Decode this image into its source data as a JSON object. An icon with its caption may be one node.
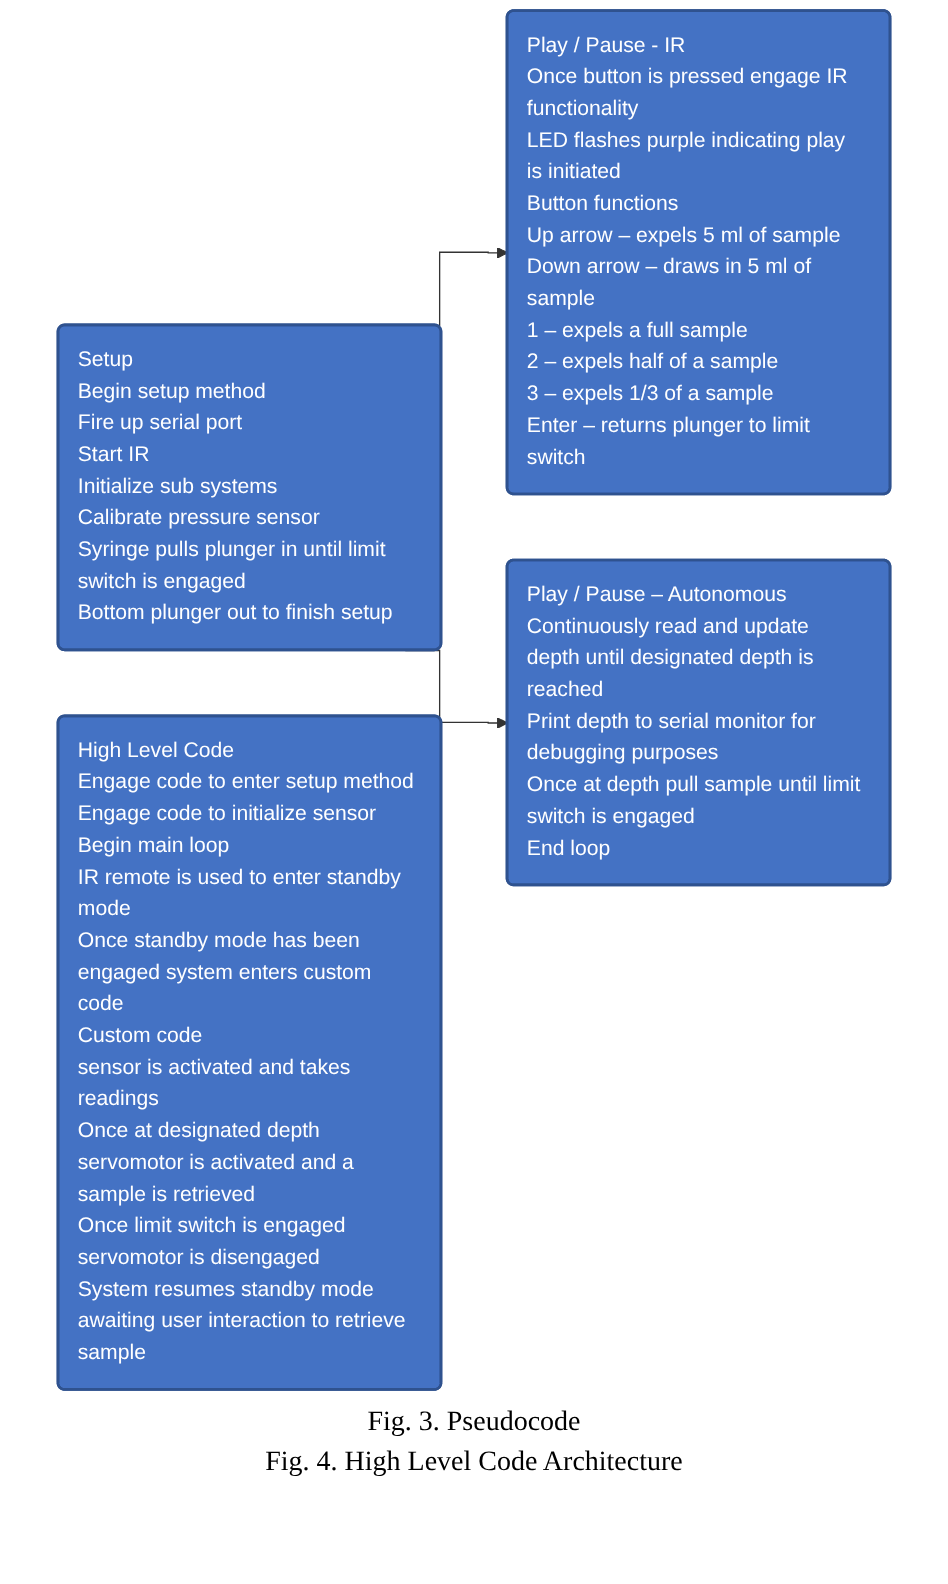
{
  "diagram": {
    "nodes": [
      {
        "text": [
          "Setup",
          "Begin setup method",
          "Fire up serial port",
          "Start IR",
          "Initialize sub systems",
          "Calibrate pressure sensor",
          "Syringe pulls plunger in until limit switch is engaged",
          "Bottom plunger out to finish setup"
        ]
      },
      {
        "text": [
          "Play / Pause - IR",
          "Once button is pressed engage IR functionality",
          "LED flashes purple indicating play is initiated",
          "Button functions",
          "Up arrow – expels 5 ml of sample",
          "Down arrow – draws in 5 ml of sample",
          "1 – expels a full sample",
          "2 – expels half of a sample",
          "3 – expels 1/3 of a sample",
          "Enter – returns plunger to limit switch"
        ]
      },
      {
        "text": [
          "Play / Pause – Autonomous",
          "Continuously read and update depth until designated depth is reached",
          "Print depth to serial monitor for debugging purposes",
          "Once at depth pull sample until limit switch is engaged",
          "End loop"
        ]
      },
      {
        "text": [
          "High Level Code",
          "Engage code to enter setup method",
          "Engage code to initialize sensor",
          "Begin main loop",
          "IR remote is used to enter standby mode",
          "Once standby mode has been engaged system enters custom code",
          "Custom code",
          "sensor is activated and takes readings",
          "Once at designated depth servomotor is activated and a sample is retrieved",
          "Once limit switch is engaged servomotor is disengaged",
          "System resumes standby mode awaiting user interaction to retrieve sample"
        ]
      }
    ],
    "edges": [
      {
        "from": 0,
        "to": 1,
        "arrow": "to"
      },
      {
        "from": 0,
        "to": 2,
        "arrow": "to"
      }
    ],
    "labels": [
      "Fig. 3. Pseudocode",
      "Fig. 4. High Level Code Architecture"
    ]
  }
}
